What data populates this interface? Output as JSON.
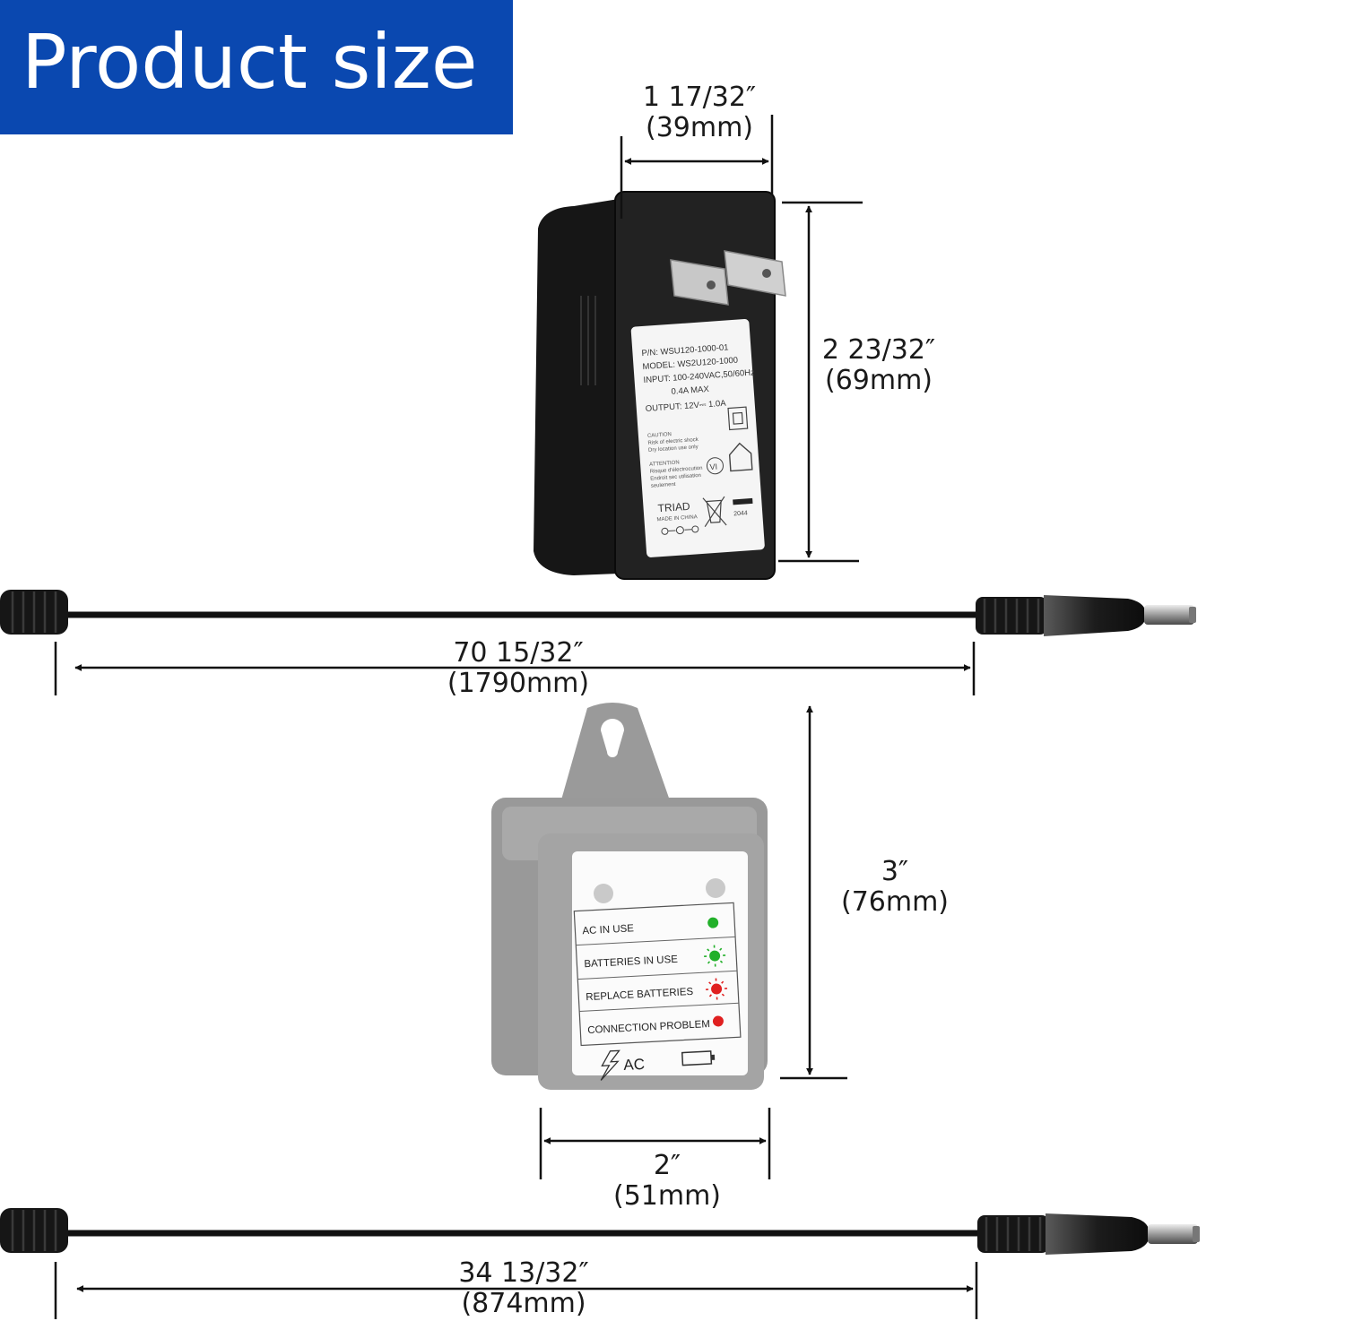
{
  "banner": {
    "title": "Product size",
    "bg_color": "#0a48b0",
    "text_color": "#ffffff"
  },
  "dimensions": {
    "adapter_width": {
      "inch": "1 17/32″",
      "mm": "(39mm)"
    },
    "adapter_height": {
      "inch": "2 23/32″",
      "mm": "(69mm)"
    },
    "adapter_cord": {
      "inch": "70 15/32″",
      "mm": "(1790mm)"
    },
    "box_height": {
      "inch": "3″",
      "mm": "(76mm)"
    },
    "box_width": {
      "inch": "2″",
      "mm": "(51mm)"
    },
    "box_cord": {
      "inch": "34 13/32″",
      "mm": "(874mm)"
    }
  },
  "adapter_label": {
    "lines": [
      "P/N: WSU120-1000-01",
      "MODEL: WS2U120-1000",
      "INPUT: 100-240VAC,50/60Hz",
      "0.4A MAX",
      "OUTPUT: 12V⎓ 1.0A"
    ],
    "caution": [
      "CAUTION",
      "Risk of electric shock",
      "Dry location use only"
    ],
    "attention": [
      "ATTENTION",
      "Risque d'électrocution",
      "Endroit sec utilisation",
      "seulement"
    ],
    "brand": "TRIAD",
    "made_in": "MADE IN CHINA",
    "code": "2044",
    "vi_mark": "VI"
  },
  "box_label": {
    "indicators": [
      {
        "text": "AC IN USE",
        "color": "#22b02a"
      },
      {
        "text": "BATTERIES IN USE",
        "color": "#22b02a"
      },
      {
        "text": "REPLACE BATTERIES",
        "color": "#e02020"
      },
      {
        "text": "CONNECTION PROBLEM",
        "color": "#e02020"
      }
    ],
    "ac_text": "AC"
  },
  "icons": [
    "lightning-icon",
    "battery-icon",
    "house-icon",
    "weee-bin-icon",
    "double-square-icon",
    "polarity-icon"
  ]
}
